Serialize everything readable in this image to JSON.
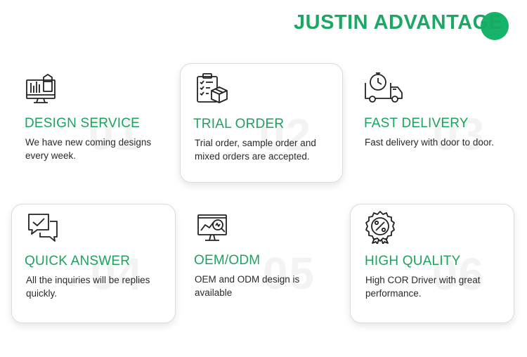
{
  "header": {
    "title": "JUSTIN ADVANTAGE"
  },
  "colors": {
    "accent": "#1aa864",
    "dot": "#16b36b",
    "watermark": "#f3f3f3"
  },
  "cards": [
    {
      "number": "01",
      "title": "DESIGN SERVICE",
      "desc": "We have new coming designs every week.",
      "icon": "design-monitor-icon"
    },
    {
      "number": "02",
      "title": "TRIAL ORDER",
      "desc": "Trial order, sample order and mixed orders are accepted.",
      "icon": "clipboard-box-icon"
    },
    {
      "number": "03",
      "title": "FAST DELIVERY",
      "desc": "Fast delivery with door to door.",
      "icon": "delivery-truck-icon"
    },
    {
      "number": "04",
      "title": "QUICK ANSWER",
      "desc": "All the inquiries will be replies quickly.",
      "icon": "chat-check-icon"
    },
    {
      "number": "05",
      "title": "OEM/ODM",
      "desc": "OEM and ODM design is available",
      "icon": "monitor-analysis-icon"
    },
    {
      "number": "06",
      "title": "HIGH QUALITY",
      "desc": "High COR Driver with great performance.",
      "icon": "quality-badge-icon"
    }
  ]
}
